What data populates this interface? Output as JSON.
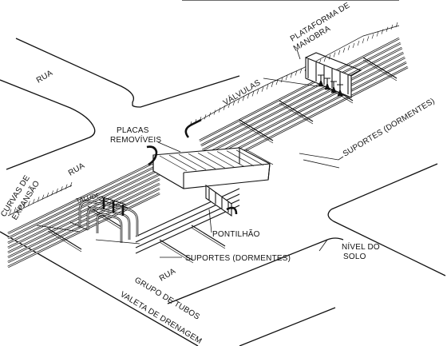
{
  "labels": {
    "plataforma": "PLATAFORMA DE MANOBRA",
    "valvulas": "VÁLVULAS",
    "rua_left_upper": "RUA",
    "rua_left_mid": "RUA",
    "rua_bottom": "RUA",
    "placas": "PLACAS REMOVÍVEIS",
    "suportes_right": "SUPORTES (DORMENTES)",
    "curvas": "CURVAS DE EXPANSÃO",
    "talude": "TALUDE",
    "pontilhao": "PONTILHÃO",
    "suportes_bottom": "SUPORTES (DORMENTES)",
    "nivel": "NÍVEL DO SOLO",
    "grupo": "GRUPO DE TUBOS",
    "valeta": "VALETA DE DRENAGEM"
  }
}
